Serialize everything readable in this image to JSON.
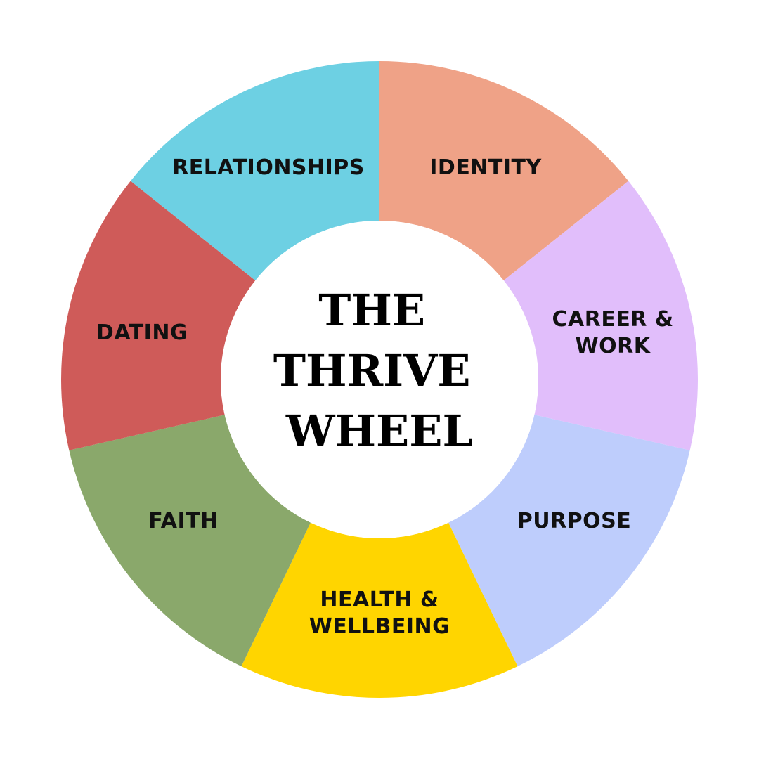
{
  "title_lines": [
    "THE",
    "THRIVE",
    "WHEEL"
  ],
  "segments": [
    {
      "id": "identity",
      "lines": [
        "IDENTITY"
      ],
      "color": "#EFA287"
    },
    {
      "id": "career-work",
      "lines": [
        "CAREER &",
        "WORK"
      ],
      "color": "#E1BEFB"
    },
    {
      "id": "purpose",
      "lines": [
        "PURPOSE"
      ],
      "color": "#BECDFC"
    },
    {
      "id": "health",
      "lines": [
        "HEALTH &",
        "WELLBEING"
      ],
      "color": "#FFD500"
    },
    {
      "id": "faith",
      "lines": [
        "FAITH"
      ],
      "color": "#8AA86B"
    },
    {
      "id": "dating",
      "lines": [
        "DATING"
      ],
      "color": "#CF5B59"
    },
    {
      "id": "relationships",
      "lines": [
        "RELATIONSHIPS"
      ],
      "color": "#6DD0E3"
    }
  ]
}
